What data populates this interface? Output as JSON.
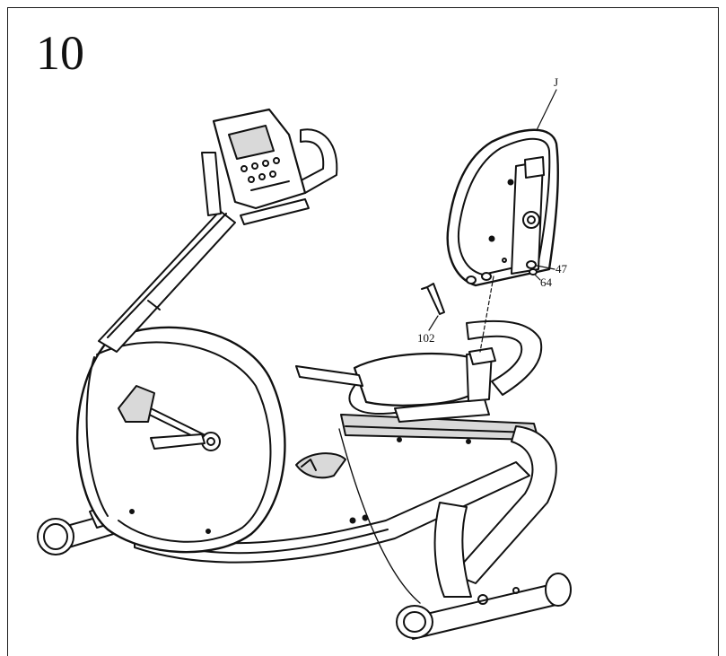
{
  "step_number": "10",
  "callouts": {
    "backrest": "J",
    "bolt": "47",
    "washer": "64",
    "allen_key": "102"
  },
  "colors": {
    "ink": "#111111",
    "shade": "#d9d9d9",
    "paper": "#ffffff"
  }
}
